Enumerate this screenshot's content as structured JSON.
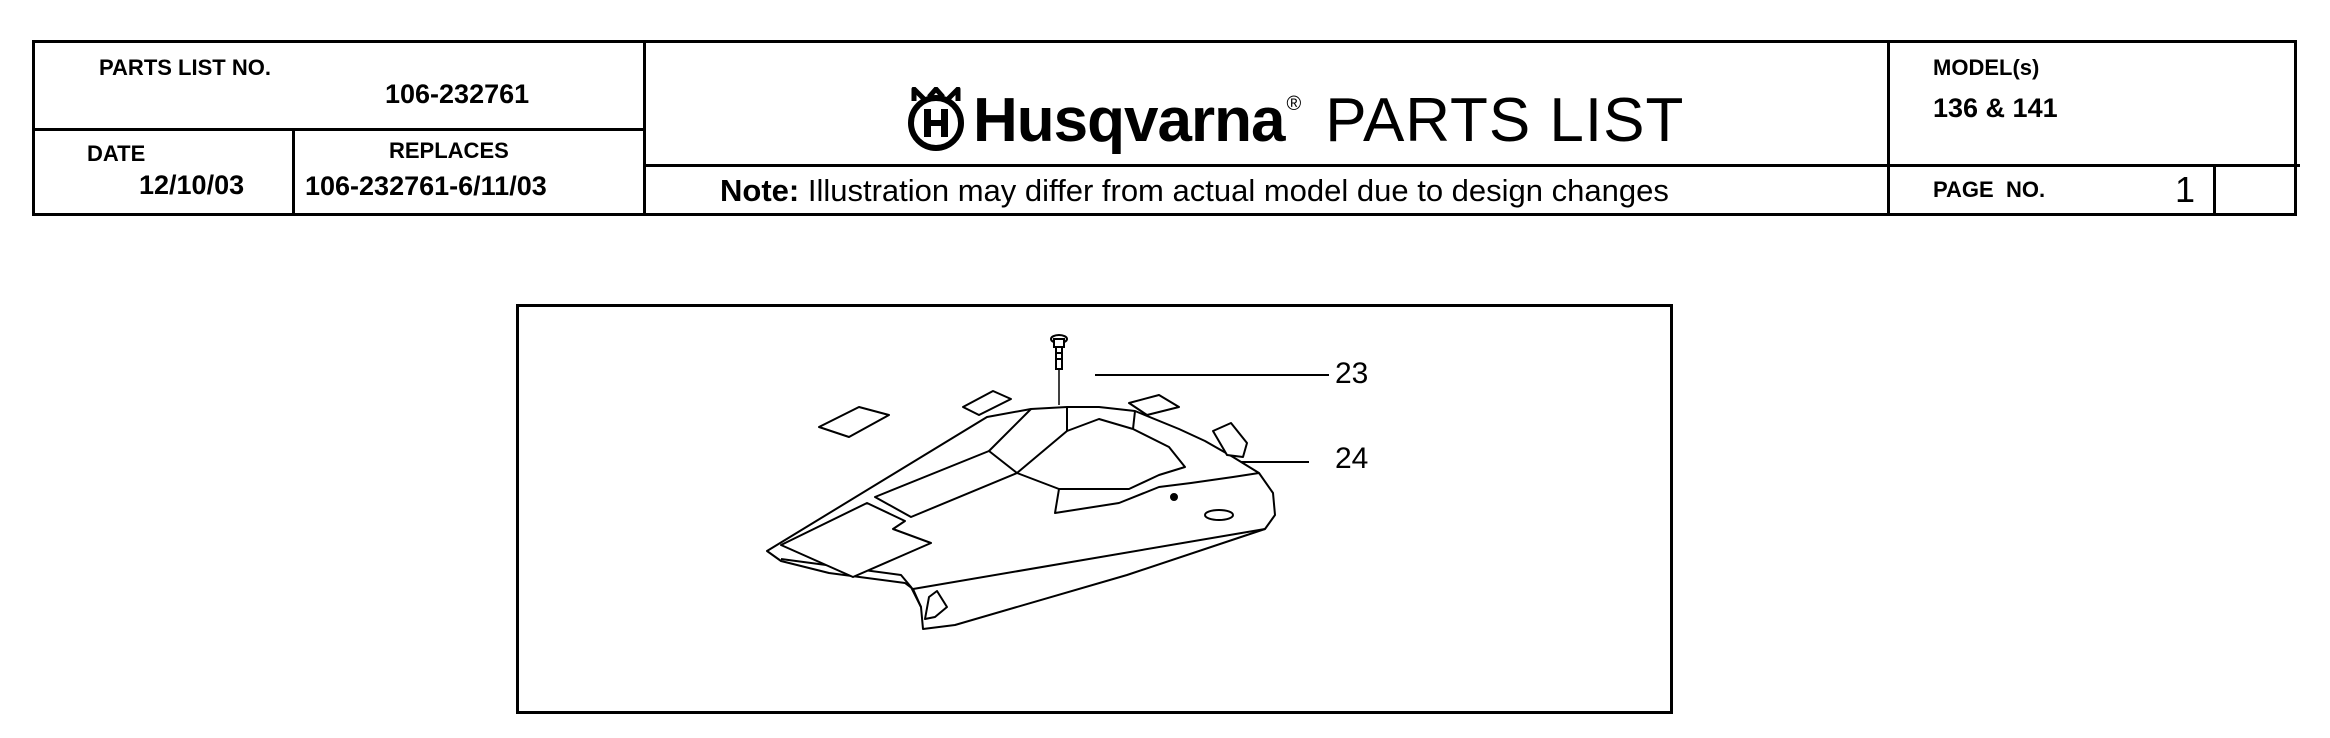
{
  "header": {
    "parts_list_no_label": "PARTS LIST NO.",
    "parts_list_no": "106-232761",
    "date_label": "DATE",
    "date": "12/10/03",
    "replaces_label": "REPLACES",
    "replaces": "106-232761-6/11/03",
    "brand_name": "Husqvarna",
    "brand_registered": "®",
    "title": "PARTS LIST",
    "note_label": "Note:",
    "note_text": " Illustration may differ from actual model due to design changes",
    "models_label": "MODEL(s)",
    "models": "136 & 141",
    "page_label": "PAGE  NO.",
    "page_number": "1"
  },
  "illustration": {
    "callouts": [
      "23",
      "24"
    ]
  }
}
